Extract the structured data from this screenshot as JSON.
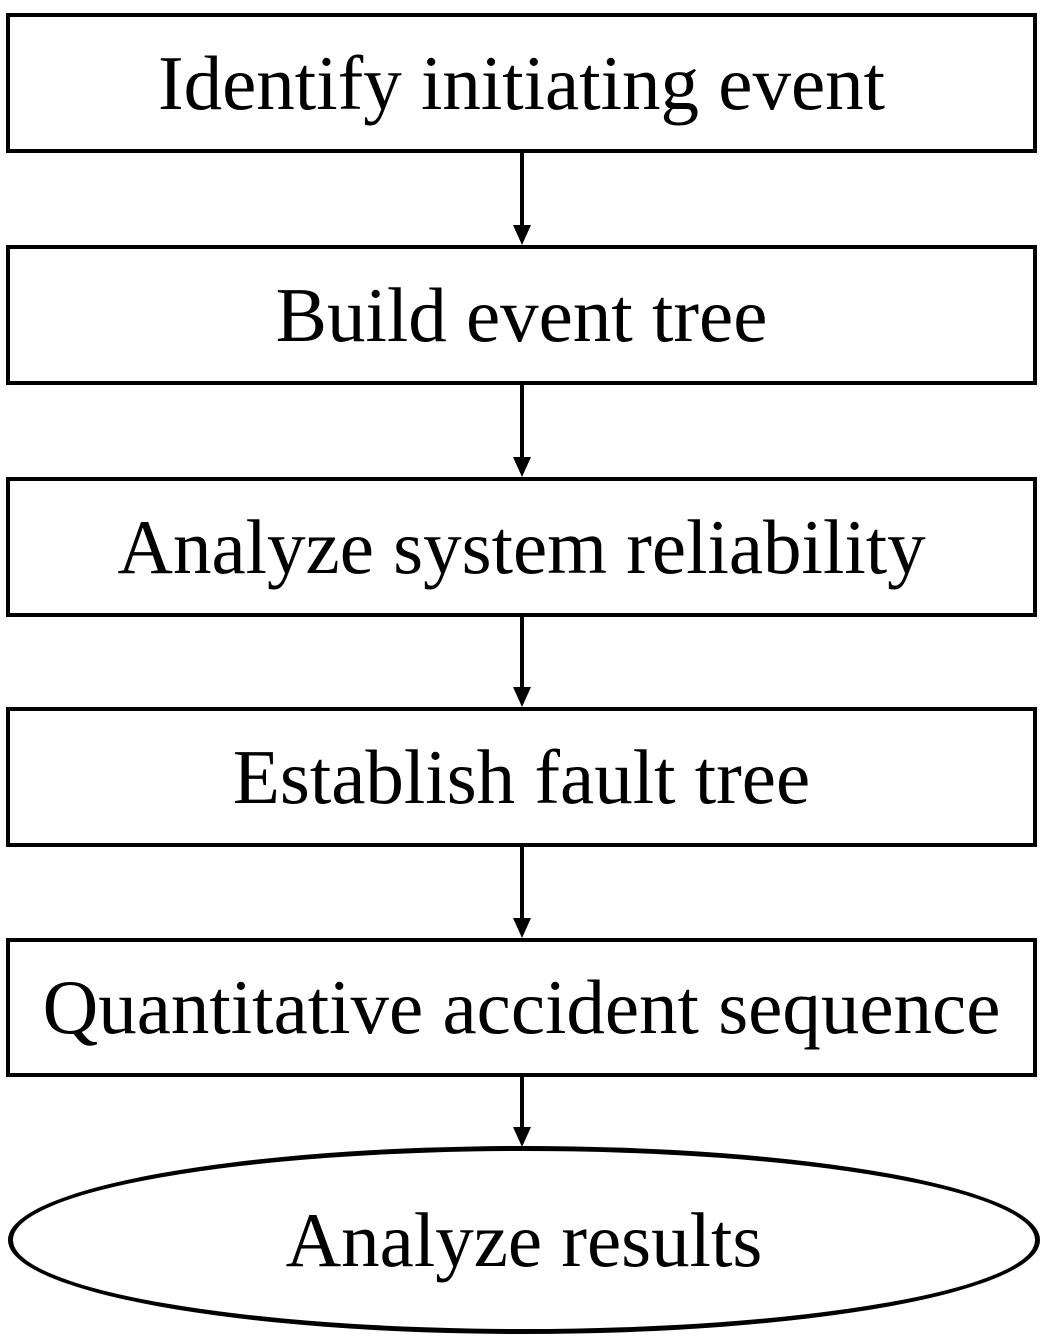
{
  "flowchart": {
    "background_color": "#ffffff",
    "stroke_color": "#000000",
    "text_color": "#000000",
    "nodes": [
      {
        "id": "identify-initiating-event",
        "label": "Identify initiating event",
        "shape": "rectangle"
      },
      {
        "id": "build-event-tree",
        "label": "Build event tree",
        "shape": "rectangle"
      },
      {
        "id": "analyze-system-reliability",
        "label": "Analyze system reliability",
        "shape": "rectangle"
      },
      {
        "id": "establish-fault-tree",
        "label": "Establish fault tree",
        "shape": "rectangle"
      },
      {
        "id": "quantitative-accident-sequence",
        "label": "Quantitative accident sequence",
        "shape": "rectangle"
      },
      {
        "id": "analyze-results",
        "label": "Analyze results",
        "shape": "ellipse"
      }
    ],
    "edges": [
      {
        "from": "identify-initiating-event",
        "to": "build-event-tree",
        "type": "arrow-down"
      },
      {
        "from": "build-event-tree",
        "to": "analyze-system-reliability",
        "type": "arrow-down"
      },
      {
        "from": "analyze-system-reliability",
        "to": "establish-fault-tree",
        "type": "arrow-down"
      },
      {
        "from": "establish-fault-tree",
        "to": "quantitative-accident-sequence",
        "type": "arrow-down"
      },
      {
        "from": "quantitative-accident-sequence",
        "to": "analyze-results",
        "type": "arrow-down"
      }
    ]
  }
}
